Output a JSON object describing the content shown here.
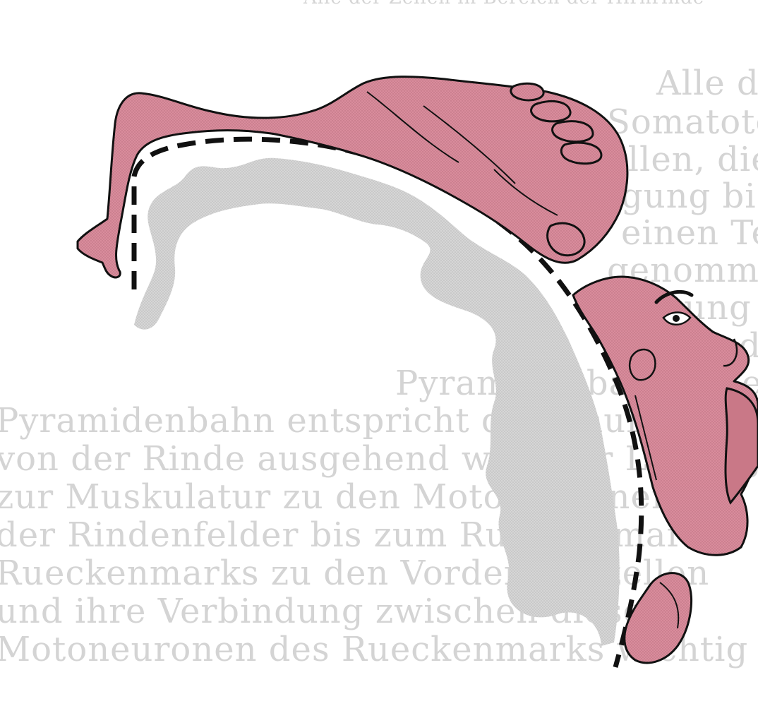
{
  "illustration": {
    "subject": "cortical homunculus silhouette over brain cross-section",
    "colors": {
      "skin": "#d98c9c",
      "skin_shade": "#c97887",
      "outline": "#111111",
      "brain": "#cfcfcf",
      "dashes": "#111111",
      "background": "#ffffff"
    },
    "icons": [
      "arm-icon",
      "hand-icon",
      "face-icon",
      "ear-icon",
      "eye-icon",
      "lips-icon"
    ]
  },
  "background_text": {
    "lines": [
      "Alle der Zellen in Bereich der Hirnrinde",
      "Alle dieser Zellen ziehen die Markstraenge",
      "Somatotopie sind im Gyrus postcentralis bei",
      "allen, die Bewegung des Koerpers, bedeutend",
      "gung bis in den ganzen Wirbelkanal",
      "einen Teil der Bahnen von Kopf, Hals und",
      "genommen ist durch eine zugehoerige Zone",
      "Haltung und Koordination der Muskeln Ausl",
      "der Rindenfelder zu Muskelgruppen zugeordnet",
      "Pyramidenbahn ist eine wichtige Bahn",
      "Pyramidenbahn entspricht dann nur dem Ver",
      "von der Rinde ausgehend wird der Leitungsweg",
      "zur Muskulatur zu den Motoneuronen",
      "der Rindenfelder bis zum Rueckenmark",
      "Rueckenmarks zu den Vorderhornzellen",
      "und ihre Verbindung zwischen dieser",
      "Motoneuronen des Rueckenmarks wichtig"
    ]
  }
}
